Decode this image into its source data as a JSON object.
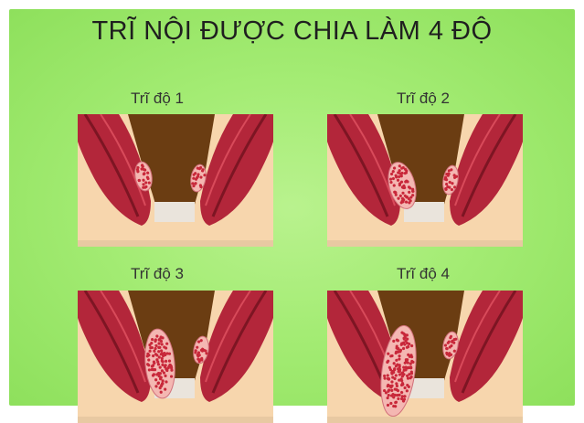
{
  "title": "TRĨ NỘI ĐƯỢC CHIA LÀM 4 ĐỘ",
  "panels": [
    {
      "label": "Trĩ độ 1",
      "grade": 1
    },
    {
      "label": "Trĩ độ 2",
      "grade": 2
    },
    {
      "label": "Trĩ độ 3",
      "grade": 3
    },
    {
      "label": "Trĩ độ 4",
      "grade": 4
    }
  ],
  "colors": {
    "background": "#a4ec74",
    "skin": "#f7d6ad",
    "muscle": "#b3263a",
    "muscle_dark": "#7d1523",
    "canal": "#6b3d12",
    "hemorrhoid": "#f4b7b2",
    "hemorrhoid_dots": "#c8283a"
  }
}
